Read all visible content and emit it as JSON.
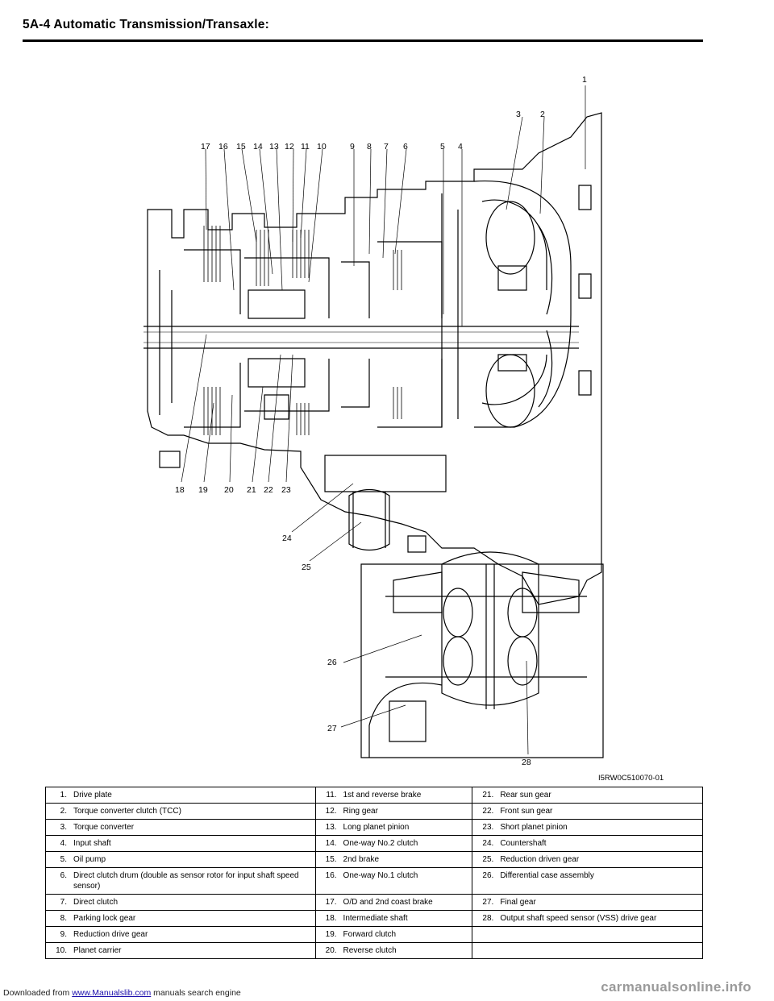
{
  "header": {
    "title": "5A-4   Automatic Transmission/Transaxle:"
  },
  "figure": {
    "code": "I5RW0C510070-01",
    "callouts": [
      "1",
      "2",
      "3",
      "4",
      "5",
      "6",
      "7",
      "8",
      "9",
      "10",
      "11",
      "12",
      "13",
      "14",
      "15",
      "16",
      "17",
      "18",
      "19",
      "20",
      "21",
      "22",
      "23",
      "24",
      "25",
      "26",
      "27",
      "28"
    ]
  },
  "legend": {
    "rows": [
      [
        {
          "n": "1.",
          "t": "Drive plate"
        },
        {
          "n": "11.",
          "t": "1st and reverse brake"
        },
        {
          "n": "21.",
          "t": "Rear sun gear"
        }
      ],
      [
        {
          "n": "2.",
          "t": "Torque converter clutch (TCC)"
        },
        {
          "n": "12.",
          "t": "Ring gear"
        },
        {
          "n": "22.",
          "t": "Front sun gear"
        }
      ],
      [
        {
          "n": "3.",
          "t": "Torque converter"
        },
        {
          "n": "13.",
          "t": "Long planet pinion"
        },
        {
          "n": "23.",
          "t": "Short planet pinion"
        }
      ],
      [
        {
          "n": "4.",
          "t": "Input shaft"
        },
        {
          "n": "14.",
          "t": "One-way No.2 clutch"
        },
        {
          "n": "24.",
          "t": "Countershaft"
        }
      ],
      [
        {
          "n": "5.",
          "t": "Oil pump"
        },
        {
          "n": "15.",
          "t": "2nd brake"
        },
        {
          "n": "25.",
          "t": "Reduction driven gear"
        }
      ],
      [
        {
          "n": "6.",
          "t": "Direct clutch drum (double as sensor rotor for input shaft speed sensor)"
        },
        {
          "n": "16.",
          "t": "One-way No.1 clutch"
        },
        {
          "n": "26.",
          "t": "Differential case assembly"
        }
      ],
      [
        {
          "n": "7.",
          "t": "Direct clutch"
        },
        {
          "n": "17.",
          "t": "O/D and 2nd coast brake"
        },
        {
          "n": "27.",
          "t": "Final gear"
        }
      ],
      [
        {
          "n": "8.",
          "t": "Parking lock gear"
        },
        {
          "n": "18.",
          "t": "Intermediate shaft"
        },
        {
          "n": "28.",
          "t": "Output shaft speed sensor (VSS) drive gear"
        }
      ],
      [
        {
          "n": "9.",
          "t": "Reduction drive gear"
        },
        {
          "n": "19.",
          "t": "Forward clutch"
        },
        {
          "n": "",
          "t": ""
        }
      ],
      [
        {
          "n": "10.",
          "t": "Planet carrier"
        },
        {
          "n": "20.",
          "t": "Reverse clutch"
        },
        {
          "n": "",
          "t": ""
        }
      ]
    ]
  },
  "footer": {
    "prefix": "Downloaded from ",
    "link": "www.Manualslib.com",
    "suffix": " manuals search engine",
    "logo": "carmanualsonline.info"
  }
}
